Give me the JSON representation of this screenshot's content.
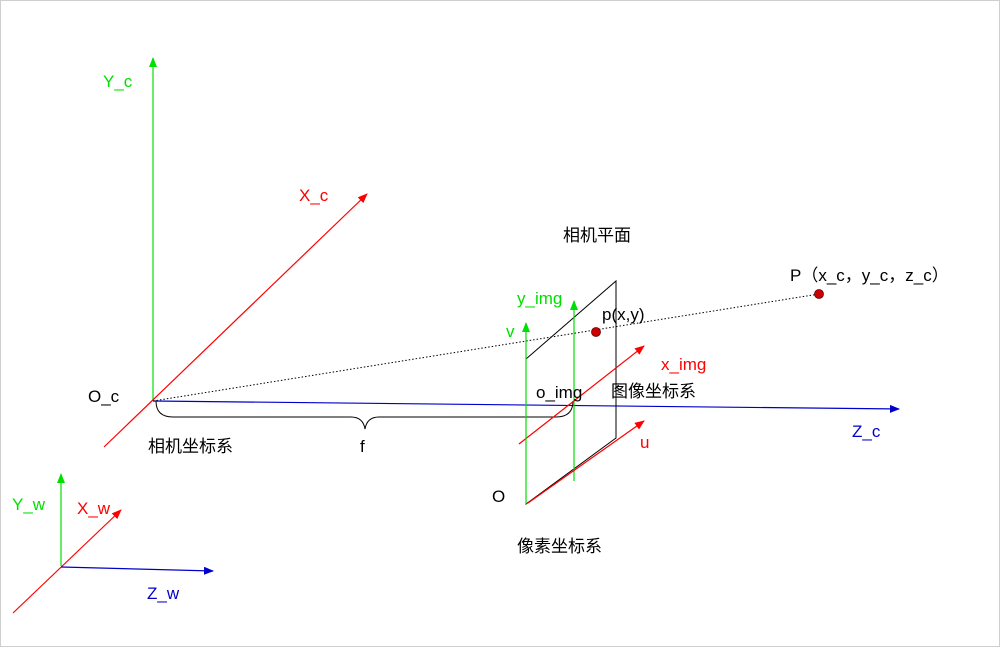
{
  "colors": {
    "green": "#00e000",
    "red": "#ff0000",
    "blue": "#0000cc",
    "black": "#000000",
    "point": "#cc0000"
  },
  "camera_axes": {
    "y_label": "Y_c",
    "x_label": "X_c",
    "z_label": "Z_c",
    "origin_label": "O_c",
    "system_label": "相机坐标系"
  },
  "focal": {
    "label": "f"
  },
  "image_plane": {
    "title": "相机平面",
    "y_label": "y_img",
    "x_label": "x_img",
    "origin_label": "o_img",
    "system_label": "图像坐标系"
  },
  "pixel_axes": {
    "v_label": "v",
    "u_label": "u",
    "origin_label": "O",
    "system_label": "像素坐标系"
  },
  "points": {
    "projected_label": "p(x,y)",
    "world_point_label": "P（x_c，y_c，z_c）"
  },
  "world_axes": {
    "y_label": "Y_w",
    "x_label": "X_w",
    "z_label": "Z_w"
  }
}
